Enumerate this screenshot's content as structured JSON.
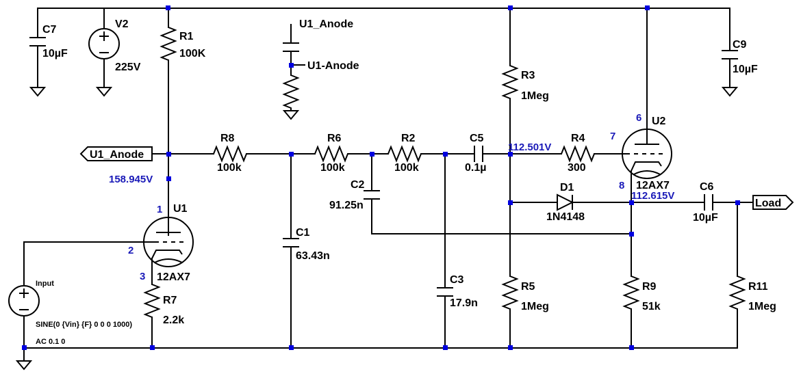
{
  "components": {
    "c7": {
      "ref": "C7",
      "value": "10µF"
    },
    "v2": {
      "ref": "V2",
      "value": "225V"
    },
    "r1": {
      "ref": "R1",
      "value": "100K"
    },
    "c9": {
      "ref": "C9",
      "value": "10µF"
    },
    "r3": {
      "ref": "R3",
      "value": "1Meg"
    },
    "r8": {
      "ref": "R8",
      "value": "100k"
    },
    "r6": {
      "ref": "R6",
      "value": "100k"
    },
    "r2": {
      "ref": "R2",
      "value": "100k"
    },
    "c5": {
      "ref": "C5",
      "value": "0.1µ"
    },
    "r4": {
      "ref": "R4",
      "value": "300"
    },
    "u2": {
      "ref": "U2",
      "value": "12AX7"
    },
    "c2": {
      "ref": "C2",
      "value": "91.25n"
    },
    "d1": {
      "ref": "D1",
      "value": "1N4148"
    },
    "c6": {
      "ref": "C6",
      "value": "10µF"
    },
    "u1": {
      "ref": "U1",
      "value": "12AX7"
    },
    "c1": {
      "ref": "C1",
      "value": "63.43n"
    },
    "c3": {
      "ref": "C3",
      "value": "17.9n"
    },
    "r5": {
      "ref": "R5",
      "value": "1Meg"
    },
    "r9": {
      "ref": "R9",
      "value": "51k"
    },
    "r11": {
      "ref": "R11",
      "value": "1Meg"
    },
    "r7": {
      "ref": "R7",
      "value": "2.2k"
    },
    "input": {
      "ref": "Input",
      "spec": "SINE(0 {Vin} {F} 0 0 0 1000)",
      "ac": "AC 0.1 0"
    }
  },
  "nets": {
    "u1_anode_label": "U1_Anode",
    "u1_anode_top": "U1_Anode",
    "u1_anode_probe": "U1-Anode",
    "load": "Load"
  },
  "voltages": {
    "u1_anode": "158.945V",
    "u2_grid": "112.501V",
    "u2_cathode": "112.615V"
  },
  "pins": {
    "u1_anode": "1",
    "u1_grid": "2",
    "u1_cathode": "3",
    "u2_anode": "6",
    "u2_grid": "7",
    "u2_cathode": "8"
  },
  "colors": {
    "wire": "#000000",
    "node_dot": "#0000e0",
    "annotation": "#1a1ab8"
  }
}
